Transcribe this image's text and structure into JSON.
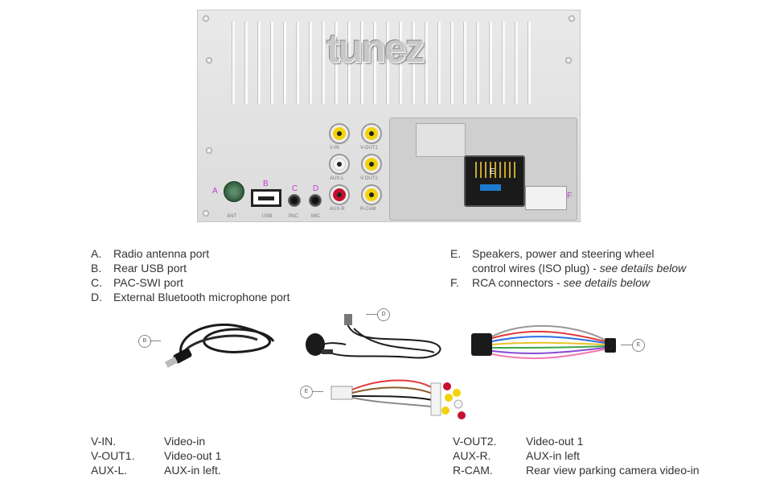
{
  "device": {
    "brand": "tunez",
    "callouts": {
      "a": "A",
      "b": "B",
      "c": "C",
      "d": "D",
      "e": "E",
      "f": "F"
    },
    "port_labels": {
      "ant": "ANT",
      "usb": "USB",
      "pac": "PAC",
      "mic": "MIC",
      "v_in": "V-IN",
      "v_out1": "V-OUT1",
      "aux_l": "AUX-L",
      "v_out2": "V-OUT2",
      "aux_r": "AUX-R",
      "r_cam": "R-CAM"
    },
    "colors": {
      "yellow": "#f2d20a",
      "white": "#f4f4f4",
      "red": "#c8102e",
      "antenna": "#2f5a3c",
      "callout": "#c03ad0"
    }
  },
  "ports_list": {
    "left": [
      {
        "letter": "A.",
        "desc": "Radio antenna port"
      },
      {
        "letter": "B.",
        "desc": "Rear USB port"
      },
      {
        "letter": "C.",
        "desc": "PAC-SWI port"
      },
      {
        "letter": "D.",
        "desc": "External Bluetooth microphone port"
      }
    ],
    "right": [
      {
        "letter": "E.",
        "desc_line1": "Speakers, power and steering wheel",
        "desc_line2_main": "control wires (ISO plug) - ",
        "desc_line2_italic": "see details below"
      },
      {
        "letter": "F.",
        "desc_main": "RCA connectors - ",
        "desc_italic": "see details below"
      }
    ]
  },
  "accessories": {
    "usb_cable_badge": "B",
    "mic_badge": "D",
    "iso_harness_badge": "E",
    "rca_harness_badge": "E"
  },
  "legend": {
    "left": [
      {
        "abbr": "V-IN.",
        "meaning": "Video-in"
      },
      {
        "abbr": "V-OUT1.",
        "meaning": "Video-out 1"
      },
      {
        "abbr": "AUX-L.",
        "meaning": "AUX-in left."
      }
    ],
    "right": [
      {
        "abbr": "V-OUT2.",
        "meaning": "Video-out 1"
      },
      {
        "abbr": "AUX-R.",
        "meaning": "AUX-in left"
      },
      {
        "abbr": "R-CAM.",
        "meaning": "Rear view parking camera video-in"
      }
    ]
  }
}
